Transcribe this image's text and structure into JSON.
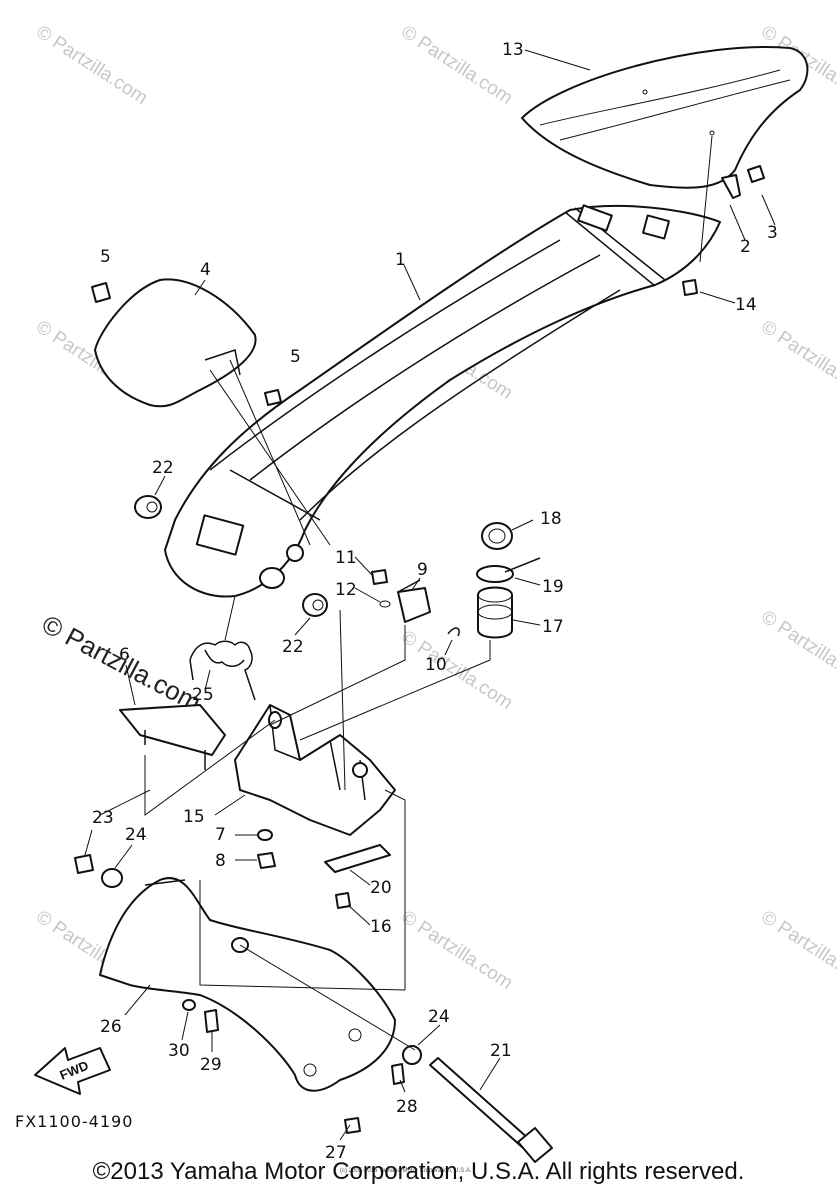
{
  "diagram": {
    "callouts": [
      "1",
      "2",
      "3",
      "4",
      "5",
      "5",
      "6",
      "7",
      "8",
      "9",
      "10",
      "11",
      "12",
      "13",
      "14",
      "15",
      "16",
      "17",
      "18",
      "19",
      "20",
      "21",
      "22",
      "22",
      "23",
      "24",
      "24",
      "25",
      "26",
      "27",
      "28",
      "29",
      "30"
    ],
    "drawing_code": "FX1100-4190",
    "fwd_label": "FWD",
    "watermark": "© Partzilla.com",
    "watermark_main": "© Partzilla.com",
    "small_print": "(c) 2005-2016 Yamaha Motor Corporation, U.S.A.",
    "copyright": "©2013 Yamaha Motor Corporation, U.S.A. All rights reserved."
  }
}
